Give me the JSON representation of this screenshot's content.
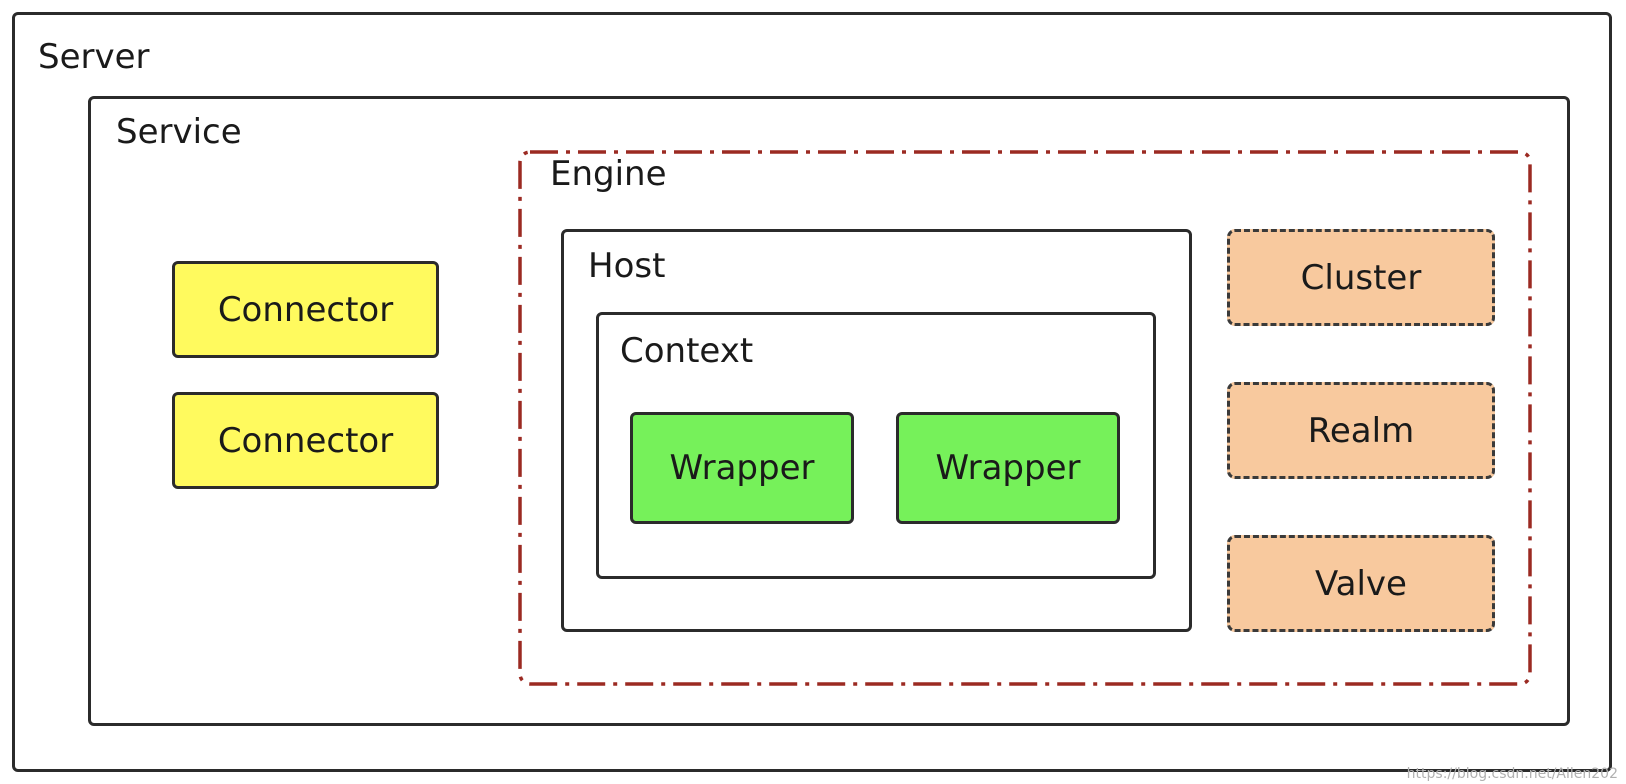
{
  "server": {
    "label": "Server"
  },
  "service": {
    "label": "Service"
  },
  "connectors": [
    {
      "label": "Connector"
    },
    {
      "label": "Connector"
    }
  ],
  "engine": {
    "label": "Engine",
    "border_color": "#9b2a22"
  },
  "host": {
    "label": "Host"
  },
  "context": {
    "label": "Context"
  },
  "wrappers": [
    {
      "label": "Wrapper"
    },
    {
      "label": "Wrapper"
    }
  ],
  "engine_components": [
    {
      "label": "Cluster"
    },
    {
      "label": "Realm"
    },
    {
      "label": "Valve"
    }
  ],
  "colors": {
    "connector_fill": "#fffa5e",
    "wrapper_fill": "#76f15a",
    "component_fill": "#f8c99e",
    "outline": "#2b2b2b"
  },
  "watermark": "https://blog.csdn.net/Allen202"
}
